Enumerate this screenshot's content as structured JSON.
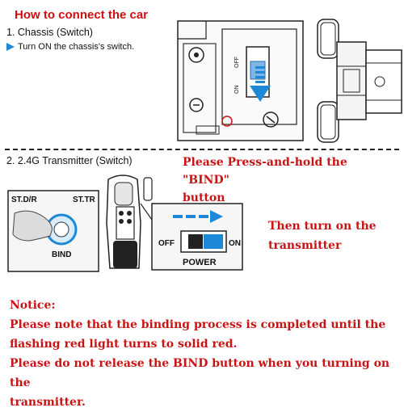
{
  "title": "How to connect the car",
  "step1": {
    "heading": "1. Chassis (Switch)",
    "instruction": "Turn ON the chassis's switch.",
    "switch_off": "OFF",
    "switch_on": "ON",
    "arrow_icon": "play-triangle-icon"
  },
  "step2": {
    "heading": "2. 2.4G Transmitter (Switch)",
    "press_line1": "Please Press-and-hold the \"BIND\"",
    "press_line2": "button",
    "then_line1": "Then turn on the",
    "then_line2": "transmitter",
    "st_left": "ST.D/R",
    "st_right": "ST.TR",
    "bind_label": "BIND",
    "power_off": "OFF",
    "power_on": "ON",
    "power_label": "POWER"
  },
  "notice": {
    "heading": "Notice:",
    "line1": "Please note that the binding process is completed until the",
    "line2": "flashing red light turns to solid red.",
    "line3": "Please do not release the BIND button when you turning on the",
    "line4": "transmitter."
  },
  "colors": {
    "accent_red": "#c81414",
    "accent_blue": "#1e88d8"
  }
}
